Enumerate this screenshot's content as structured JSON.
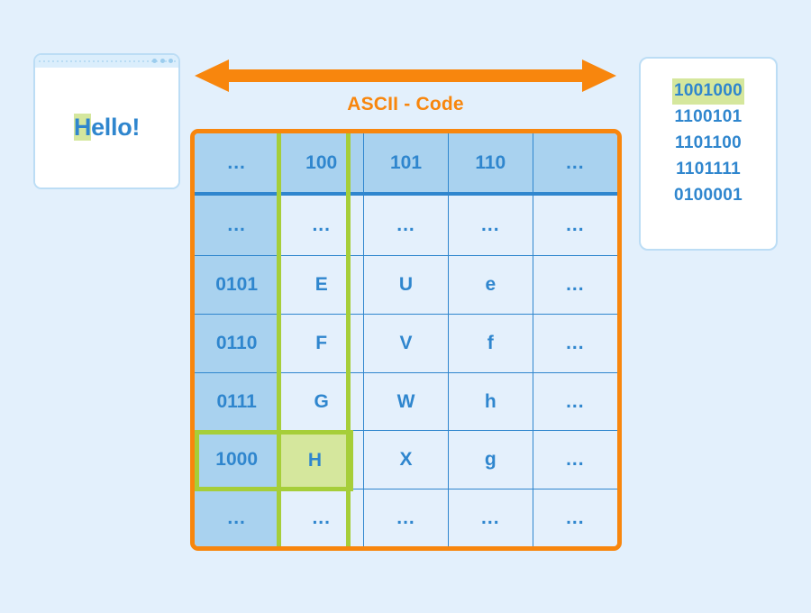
{
  "background_color": "#e3f0fc",
  "accent_colors": {
    "orange": "#f8860d",
    "blue": "#2f86ce",
    "blue_tint": "#a9d2ef",
    "cell_bg": "#e4f0fc",
    "green": "#a6ce39",
    "green_fill": "#d5e79d",
    "card_border": "#bcddf5"
  },
  "browser_window": {
    "name": "browser-window",
    "page_text_prefix": "H",
    "page_text_rest": "ello!",
    "full_text": "Hello!"
  },
  "arrow": {
    "label": "ASCII - Code",
    "color": "#f8860d",
    "direction": "double"
  },
  "table": {
    "name": "ascii-code-table",
    "header": [
      "...",
      "100",
      "101",
      "110",
      "..."
    ],
    "rows": [
      {
        "key": "...",
        "cells": [
          "...",
          "...",
          "...",
          "..."
        ]
      },
      {
        "key": "0101",
        "cells": [
          "E",
          "U",
          "e",
          "..."
        ]
      },
      {
        "key": "0110",
        "cells": [
          "F",
          "V",
          "f",
          "..."
        ]
      },
      {
        "key": "0111",
        "cells": [
          "G",
          "W",
          "h",
          "..."
        ]
      },
      {
        "key": "1000",
        "cells": [
          "H",
          "X",
          "g",
          "..."
        ]
      },
      {
        "key": "...",
        "cells": [
          "...",
          "...",
          "...",
          "..."
        ]
      }
    ],
    "highlight": {
      "column_header": "100",
      "row_key": "1000",
      "cell_value": "H"
    }
  },
  "binary_card": {
    "name": "binary-output-card",
    "lines": [
      {
        "value": "1001000",
        "highlighted": true
      },
      {
        "value": "1100101",
        "highlighted": false
      },
      {
        "value": "1101100",
        "highlighted": false
      },
      {
        "value": "1101111",
        "highlighted": false
      },
      {
        "value": "0100001",
        "highlighted": false
      }
    ]
  }
}
